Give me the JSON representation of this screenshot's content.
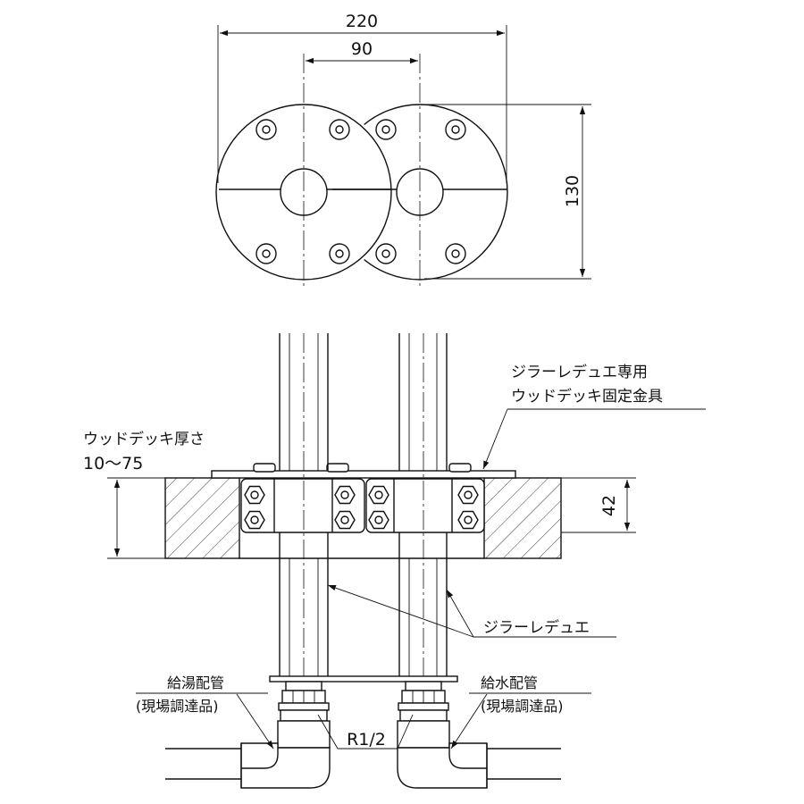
{
  "top_view": {
    "dim_width": "220",
    "dim_pitch": "90",
    "dim_height": "130"
  },
  "side_view": {
    "fitting_label_line1": "ジラーレデュエ専用",
    "fitting_label_line2": "ウッドデッキ固定金具",
    "deck_thickness_label": "ウッドデッキ厚さ",
    "deck_thickness_range": "10～75",
    "bracket_height_dim": "42",
    "product_label": "ジラーレデュエ",
    "hot_pipe_label": "給湯配管",
    "hot_pipe_note": "(現場調達品)",
    "cold_pipe_label": "給水配管",
    "cold_pipe_note": "(現場調達品)",
    "thread_label": "R1/2"
  }
}
